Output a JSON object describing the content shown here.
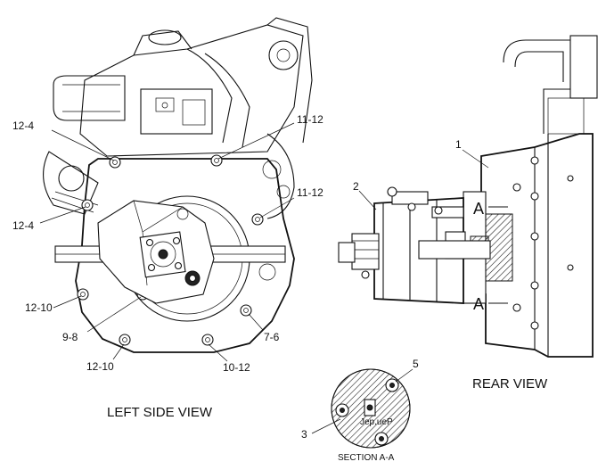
{
  "views": {
    "left_side_view": "LEFT SIDE VIEW",
    "rear_view": "REAR VIEW",
    "section_view": "SECTION A-A"
  },
  "callouts": {
    "c1": "12-4",
    "c2": "11-12",
    "c3": "12-4",
    "c4": "11-12",
    "c5": "12-10",
    "c6": "9-8",
    "c7": "12-10",
    "c8": "10-12",
    "c9": "7-6",
    "c10": "1",
    "c11": "2",
    "c12": "5",
    "c13": "3"
  },
  "section_markers": {
    "top": "A",
    "bottom": "A"
  },
  "mirrored_text": {
    "part_marking": "Jep.ueP"
  }
}
